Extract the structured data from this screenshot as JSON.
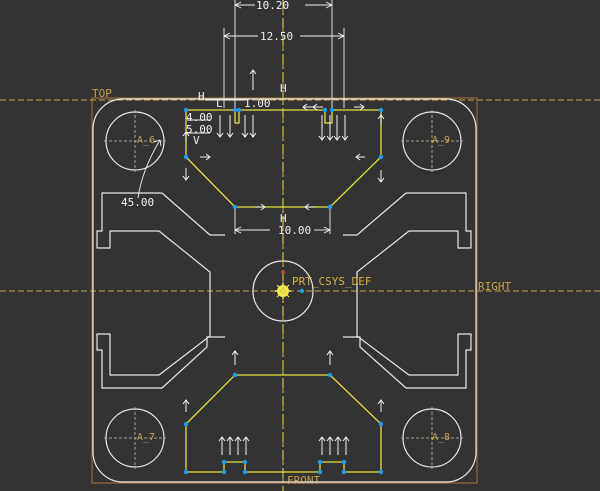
{
  "datum_labels": {
    "top": "TOP",
    "right": "RIGHT",
    "front": "FRONT",
    "csys": "PRT_CSYS_DEF"
  },
  "dimensions": {
    "width_outer": "10.20",
    "width_inner": "12.50",
    "bottom_length": "10.00",
    "angle": "45.00",
    "top_small": "1.00",
    "left_small": "5.00",
    "left_overlap": "4.00"
  },
  "hole_labels": {
    "top_left": "A_6",
    "top_right": "A_9",
    "bottom_left": "A_7",
    "bottom_right": "A_8"
  },
  "constraint_markers": {
    "horizontal": "H",
    "vertical": "V",
    "line": "L"
  },
  "icons": {
    "csys": "coordinate-system-icon"
  },
  "colors": {
    "background": "#333333",
    "datum_plane": "#c8a24a",
    "geometry": "#e8e8e8",
    "sketch": "#e8e040",
    "vertex": "#1e9cf0",
    "dimension": "#f0f0f0"
  }
}
